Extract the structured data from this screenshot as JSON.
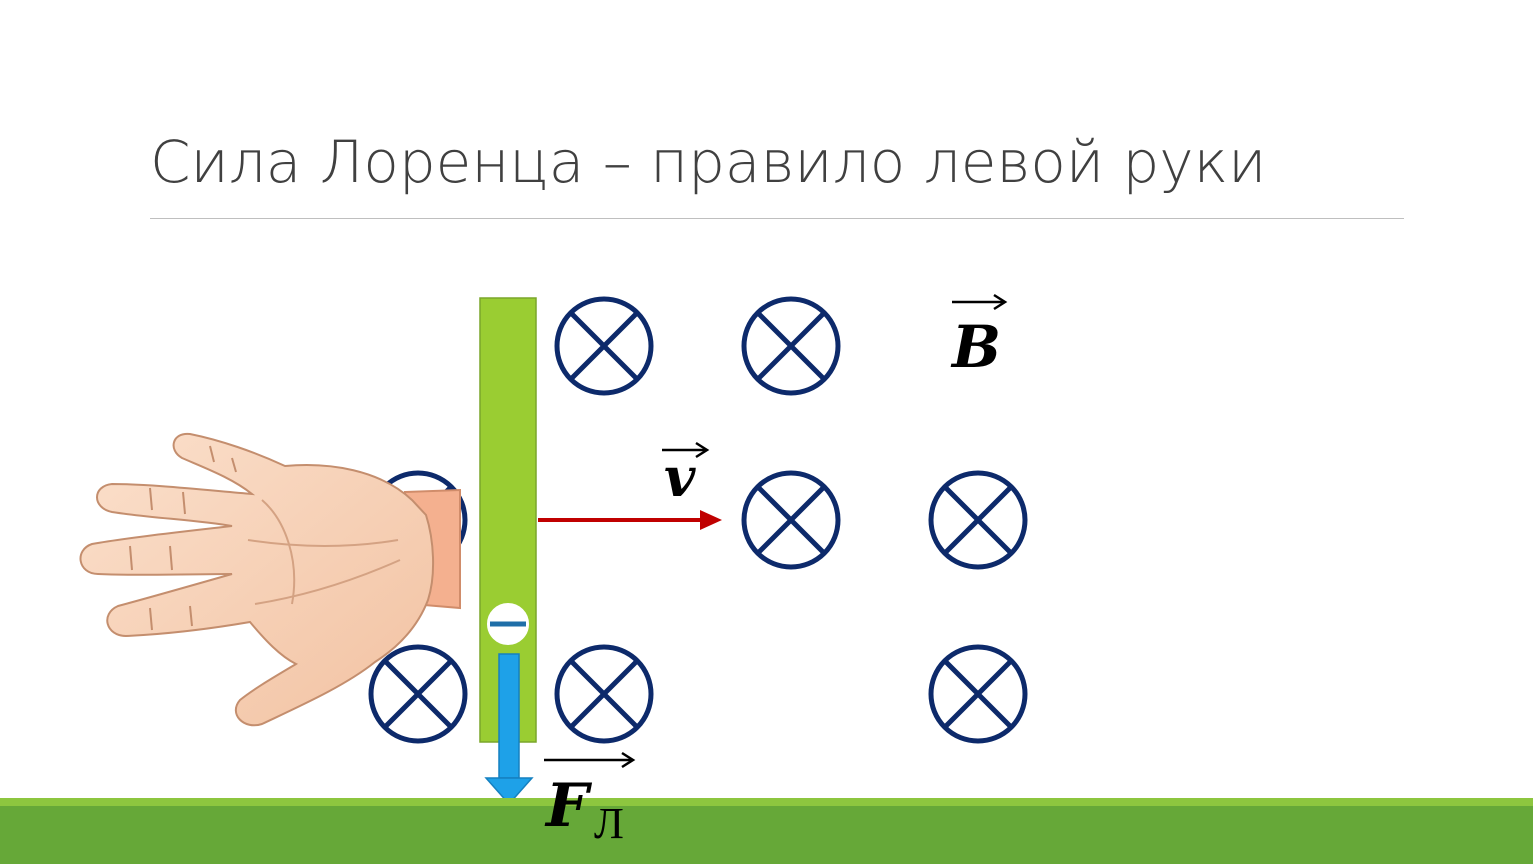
{
  "title": "Сила Лоренца – правило левой руки",
  "labels": {
    "magnetic_field": "B",
    "velocity": "v",
    "force": "F",
    "force_subscript": "Л"
  },
  "charge_sign": "−",
  "icons": {
    "field_symbol": "cross-in-circle-icon",
    "hand": "left-hand-icon"
  },
  "colors": {
    "title_text": "#404040",
    "conductor": "#9acd32",
    "field_symbol": "#0d2a6b",
    "velocity_arrow": "#c00000",
    "force_arrow": "#1ea1e8",
    "footer": "#66a838",
    "footer_light": "#8dc63f",
    "hand_skin": "#f7d1b5",
    "sleeve": "#f4b08f"
  }
}
